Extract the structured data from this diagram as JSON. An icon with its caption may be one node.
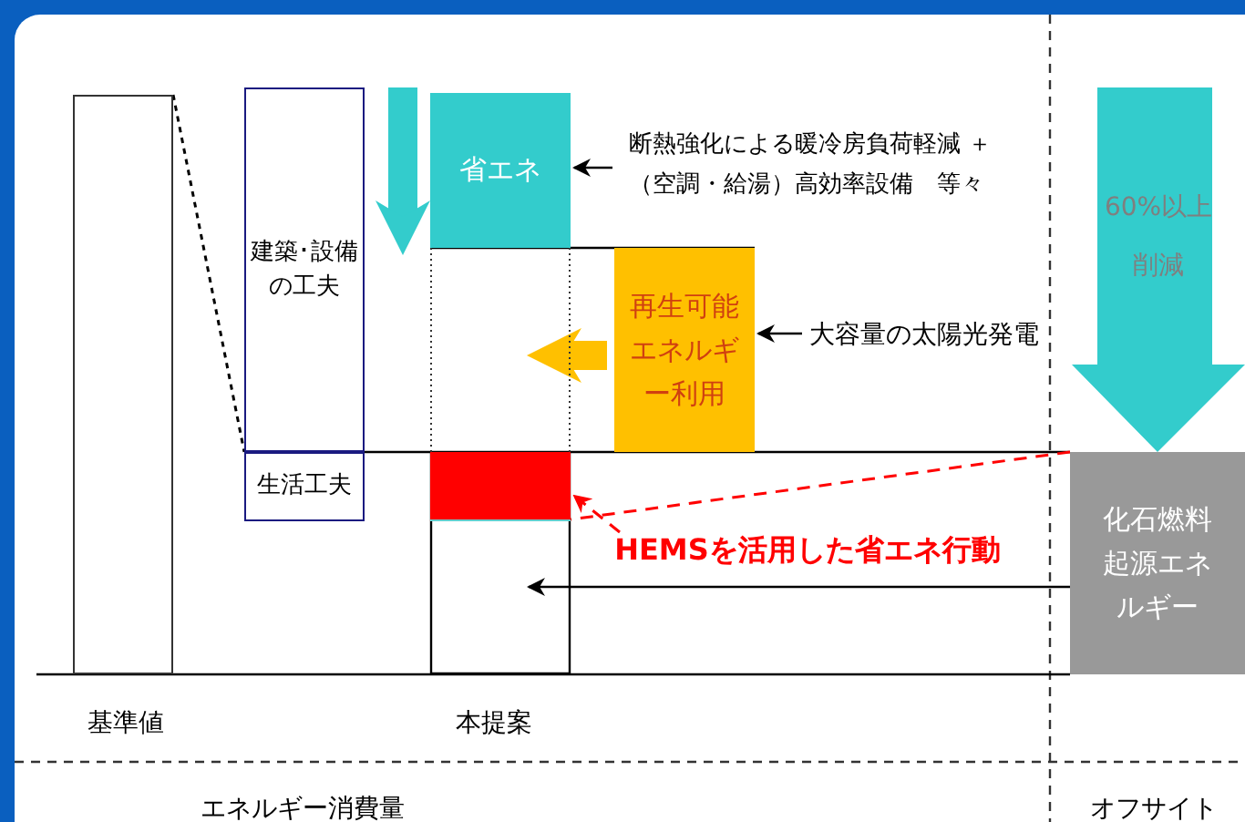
{
  "diagram": {
    "nodes": [
      {
        "text": [],
        "shape": "bar"
      },
      {
        "text": [
          "建築･設備の工夫"
        ]
      },
      {
        "text": [
          "生活工夫"
        ]
      },
      {
        "text": [
          "省エネ"
        ]
      },
      {
        "text": [],
        "shape": "bar"
      },
      {
        "text": [],
        "shape": "box",
        "in": 4
      },
      {
        "text": [
          "再生可能エネルギー利用"
        ]
      },
      {
        "text": [
          "断熱強化による暖冷房負荷軽減 ＋（空調・給湯）高効率設備　等々"
        ]
      },
      {
        "text": [
          "大容量の太陽光発電"
        ]
      },
      {
        "text": [
          "HEMSを活用した省エネ行動"
        ]
      },
      {
        "text": [
          "化石燃料起源エネルギー"
        ]
      },
      {
        "text": [
          "60%以上削減"
        ]
      }
    ],
    "edges": [
      {
        "from": 0,
        "to": 1,
        "arrow": "none",
        "style": "dashed"
      },
      {
        "from": null,
        "to": 3,
        "arrow": "to",
        "style": "thick",
        "color": "#33cccc"
      },
      {
        "from": 7,
        "to": 3,
        "arrow": "to"
      },
      {
        "from": 8,
        "to": 6,
        "arrow": "to"
      },
      {
        "from": 6,
        "to": 4,
        "arrow": "to",
        "style": "thick",
        "color": "#ffc000"
      },
      {
        "from": 9,
        "to": 5,
        "arrow": "to",
        "style": "dashed",
        "color": "#ff0000"
      },
      {
        "from": 10,
        "to": 5,
        "arrow": "none",
        "style": "dashed",
        "color": "#ff0000"
      },
      {
        "from": 10,
        "to": 4,
        "arrow": "to"
      }
    ],
    "labels": [
      "基準値",
      "本提案",
      "エネルギー消費量",
      "オフサイト"
    ]
  }
}
